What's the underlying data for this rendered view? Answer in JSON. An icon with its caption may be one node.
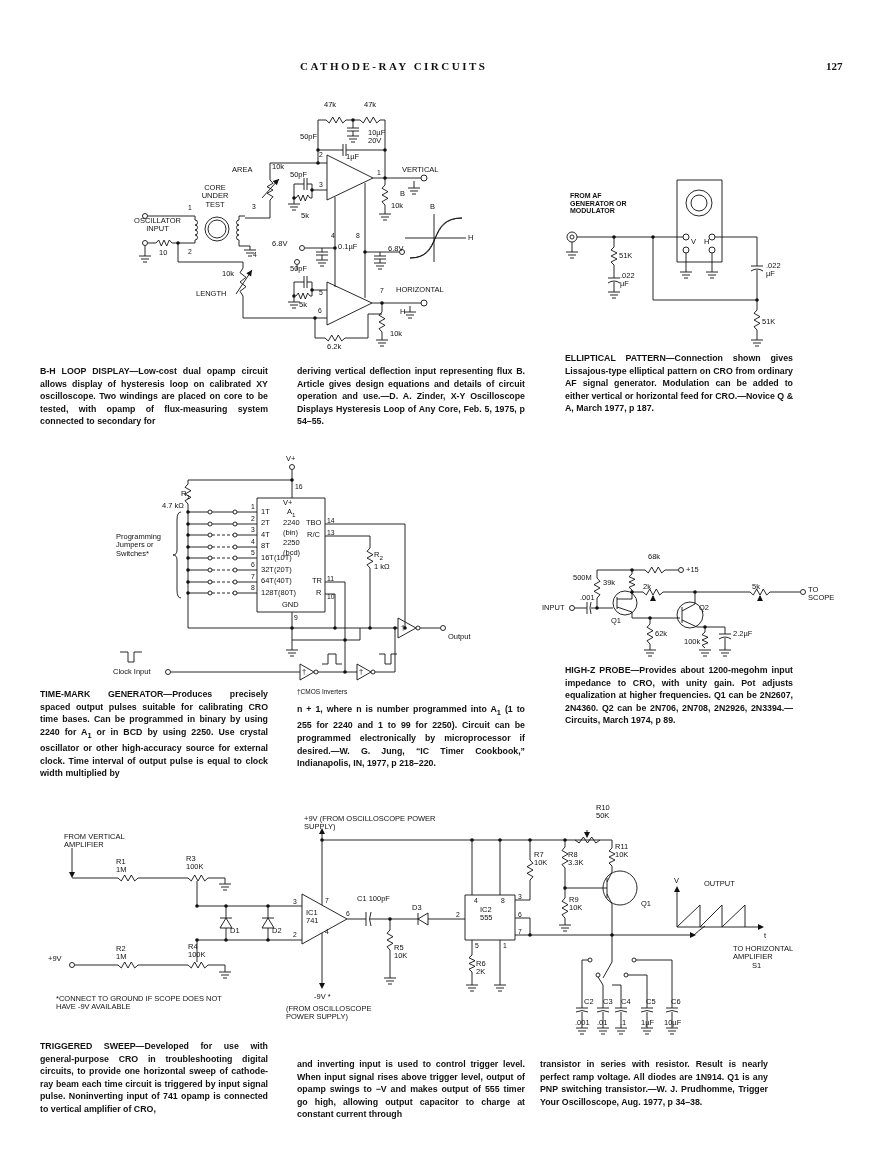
{
  "diagram": {
    "title": "CATHODE-RAY CIRCUITS",
    "labels": [
      "127",
      "47k",
      "47k",
      "50pF",
      "10µF 20V",
      "1µF",
      "2",
      "AREA",
      "10k",
      "50pF",
      "3",
      "VERTICAL",
      "1",
      "CORE UNDER TEST",
      "1",
      "3",
      "OSCILLATOR INPUT",
      "5k",
      "B",
      "10k",
      "B",
      "4",
      "8",
      "10",
      "2",
      "4",
      "6.8V",
      "0.1µF",
      "6.8V",
      "H",
      "50pF",
      "10k",
      "LENGTH",
      "5k",
      "5",
      "7",
      "HORIZONTAL",
      "6",
      "H",
      "10k",
      "6.2k",
      "B-H LOOP DISPLAY—Low-cost dual opamp circuit allows display of hysteresis loop on calibrated XY oscilloscope. Two windings are placed on core to be tested, with opamp of flux-measuring system connected to secondary for",
      "deriving vertical deflection input representing flux B. Article gives design equations and details of circuit operation and use.—D. A. Zinder, X-Y Oscilloscope Displays Hysteresis Loop of Any Core, Feb. 5, 1975, p 54–55.",
      "FROM AF GENERATOR OR MODULATOR",
      "V",
      "H",
      "51K",
      ".022 µF",
      ".022 µF",
      "51K",
      "ELLIPTICAL PATTERN—Connection shown gives Lissajous-type elliptical pattern on CRO from ordinary AF signal generator. Modulation can be added to either vertical or horizontal feed for CRO.—Novice Q & A, March 1977, p 187.",
      "V+",
      "R$_{1}$",
      "4.7 kΩ",
      "16",
      "1",
      "2",
      "3",
      "4",
      "5",
      "6",
      "7",
      "8",
      "V+",
      "1T",
      "2T",
      "4T",
      "8T",
      "16T(10T)",
      "32T(20T)",
      "64T(40T)",
      "128T(80T)",
      "A$_{1}$",
      "2240",
      "(bin)",
      "2250",
      "(bcd)",
      "TBO",
      "14",
      "R/C",
      "13",
      "TR",
      "11",
      "R",
      "10",
      "GND",
      "9",
      "R$_{2}$",
      "1 kΩ",
      "Programming Jumpers or Switches*",
      "Output",
      "Clock Input",
      "†",
      "†",
      "†",
      "TIME-MARK GENERATOR—Produces precisely spaced output pulses suitable for calibrating CRO time bases. Can be programmed in binary by using 2240 for A$_{1}$ or in BCD by using 2250. Use crystal oscillator or other high-accuracy source for external clock. Time interval of output pulse is equal to clock width multiplied by",
      "†CMOS Inverters",
      "n + 1, where n is number programmed into A$_{1}$ (1 to 255 for 2240 and 1 to 99 for 2250). Circuit can be programmed electronically by microprocessor if desired.—W. G. Jung, “IC Timer Cookbook,” Indianapolis, IN, 1977, p 218–220.",
      "68k",
      "+15",
      "500M",
      "39k",
      "2k",
      "5k",
      "TO SCOPE",
      ".001",
      "Q1",
      "INPUT",
      "Q2",
      "62k",
      "100k",
      "2.2µF",
      "HIGH-Z PROBE—Provides about 1200-megohm input impedance to CRO, with unity gain. Pot adjusts equalization at higher frequencies. Q1 can be 2N2607, 2N4360. Q2 can be 2N706, 2N708, 2N2926, 2N3394.—Circuits, March 1974, p 89.",
      "+9V (FROM OSCILLOSCOPE POWER SUPPLY)",
      "R10 50K",
      "FROM VERTICAL AMPLIFIER",
      "R1 1M",
      "R3 100K",
      "R7 10K",
      "R8 3.3K",
      "R11 10K",
      "V",
      "OUTPUT",
      "Q1",
      "3",
      "7",
      "IC1 741",
      "C1 100pF",
      "D3",
      "4",
      "8",
      "3",
      "IC2 555",
      "R9 10K",
      "D1",
      "D2",
      "6",
      "2",
      "6",
      "2",
      "4",
      "7",
      "t",
      "R5 10K",
      "TO HORIZONTAL AMPLIFIER",
      "+9V",
      "R2 1M",
      "R4 100K",
      "5",
      "1",
      "R6 2K",
      "S1",
      "-9V *",
      "*CONNECT TO GROUND IF SCOPE DOES NOT HAVE -9V AVAILABLE",
      "(FROM OSCILLOSCOPE POWER SUPPLY)",
      "C2",
      "C3",
      "C4",
      "C5",
      "C6",
      ".001",
      ".01",
      ".1",
      "1µF",
      "10µF",
      "TRIGGERED SWEEP—Developed for use with general-purpose CRO in troubleshooting digital circuits, to provide one horizontal sweep of cathode-ray beam each time circuit is triggered by input signal pulse. Noninverting input of 741 opamp is connected to vertical amplifier of CRO,",
      "and inverting input is used to control trigger level. When input signal rises above trigger level, output of opamp swings to −V and makes output of 555 timer go high, allowing output capacitor to charge at constant current through",
      "transistor in series with resistor. Result is nearly perfect ramp voltage. All diodes are 1N914. Q1 is any PNP switching transistor.—W. J. Prudhomme, Trigger Your Oscilloscope, Aug. 1977, p 34–38."
    ]
  }
}
